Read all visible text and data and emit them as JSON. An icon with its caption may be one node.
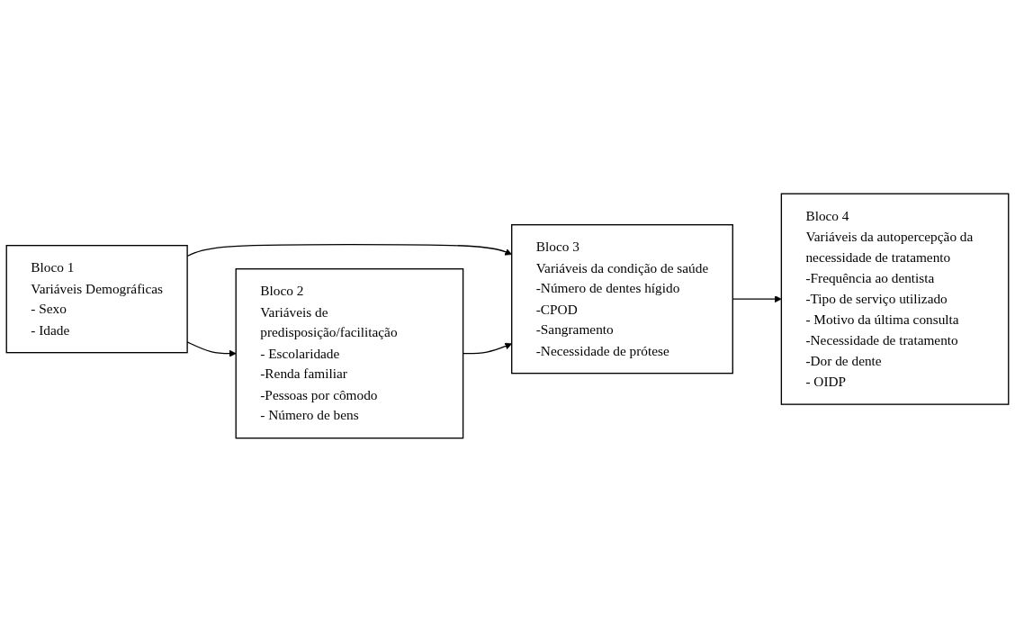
{
  "diagram": {
    "nodes": [
      {
        "text": [
          "Bloco 1",
          "Variáveis Demográficas",
          "- Sexo",
          "- Idade"
        ]
      },
      {
        "text": [
          "Bloco 2",
          "Variáveis de predisposição/facilitação",
          "- Escolaridade",
          "-Renda familiar",
          "-Pessoas por cômodo",
          "- Número de bens"
        ]
      },
      {
        "text": [
          "Bloco 3",
          "Variáveis da condição de saúde",
          "-Número de dentes hígido",
          "-CPOD",
          "-Sangramento",
          "-Necessidade de prótese"
        ]
      },
      {
        "text": [
          "Bloco 4",
          "Variáveis da autopercepção da necessidade de tratamento",
          "-Frequência ao dentista",
          "-Tipo de serviço utilizado",
          "- Motivo da última consulta",
          "-Necessidade de tratamento",
          "-Dor de dente",
          "- OIDP"
        ]
      }
    ],
    "edges": [
      {
        "from": 0,
        "to": 2,
        "arrow": "to"
      },
      {
        "from": 0,
        "to": 1,
        "arrow": "to"
      },
      {
        "from": 1,
        "to": 2,
        "arrow": "to"
      },
      {
        "from": 2,
        "to": 3,
        "arrow": "to"
      }
    ]
  }
}
